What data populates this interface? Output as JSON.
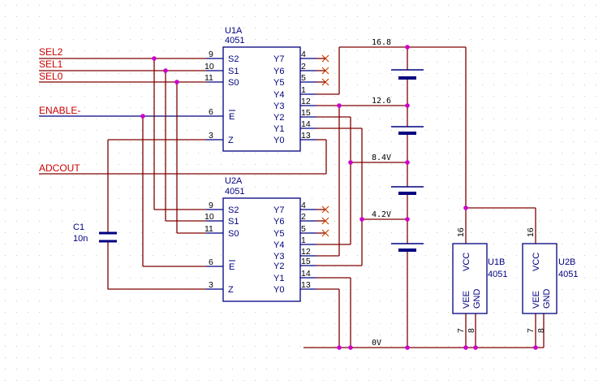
{
  "signals": {
    "sel2": "SEL2",
    "sel1": "SEL1",
    "sel0": "SEL0",
    "enable": "ENABLE-",
    "adcout": "ADCOUT"
  },
  "u1a": {
    "ref": "U1A",
    "part": "4051",
    "left_pins": [
      {
        "num": "9",
        "label": "S2"
      },
      {
        "num": "10",
        "label": "S1"
      },
      {
        "num": "11",
        "label": "S0"
      },
      {
        "num": "6",
        "label": "E"
      },
      {
        "num": "3",
        "label": "Z"
      }
    ],
    "right_pins": [
      {
        "num": "4",
        "label": "Y7"
      },
      {
        "num": "2",
        "label": "Y6"
      },
      {
        "num": "5",
        "label": "Y5"
      },
      {
        "num": "1",
        "label": "Y4"
      },
      {
        "num": "12",
        "label": "Y3"
      },
      {
        "num": "15",
        "label": "Y2"
      },
      {
        "num": "14",
        "label": "Y1"
      },
      {
        "num": "13",
        "label": "Y0"
      }
    ]
  },
  "u2a": {
    "ref": "U2A",
    "part": "4051",
    "left_pins": [
      {
        "num": "9",
        "label": "S2"
      },
      {
        "num": "10",
        "label": "S1"
      },
      {
        "num": "11",
        "label": "S0"
      },
      {
        "num": "6",
        "label": "E"
      },
      {
        "num": "3",
        "label": "Z"
      }
    ],
    "right_pins": [
      {
        "num": "4",
        "label": "Y7"
      },
      {
        "num": "2",
        "label": "Y6"
      },
      {
        "num": "5",
        "label": "Y5"
      },
      {
        "num": "1",
        "label": "Y4"
      },
      {
        "num": "12",
        "label": "Y3"
      },
      {
        "num": "15",
        "label": "Y2"
      },
      {
        "num": "14",
        "label": "Y1"
      },
      {
        "num": "13",
        "label": "Y0"
      }
    ]
  },
  "u1b": {
    "ref": "U1B",
    "part": "4051",
    "vcc": "VCC",
    "vee": "VEE",
    "gnd": "GND",
    "pin_vcc": "16",
    "pin_vee": "7",
    "pin_gnd": "8"
  },
  "u2b": {
    "ref": "U2B",
    "part": "4051",
    "vcc": "VCC",
    "vee": "VEE",
    "gnd": "GND",
    "pin_vcc": "16",
    "pin_vee": "7",
    "pin_gnd": "8"
  },
  "c1": {
    "ref": "C1",
    "value": "10n"
  },
  "nets": {
    "v168": "16.8",
    "v126": "12.6",
    "v84": "8.4V",
    "v42": "4.2V",
    "gnd": "0V"
  }
}
